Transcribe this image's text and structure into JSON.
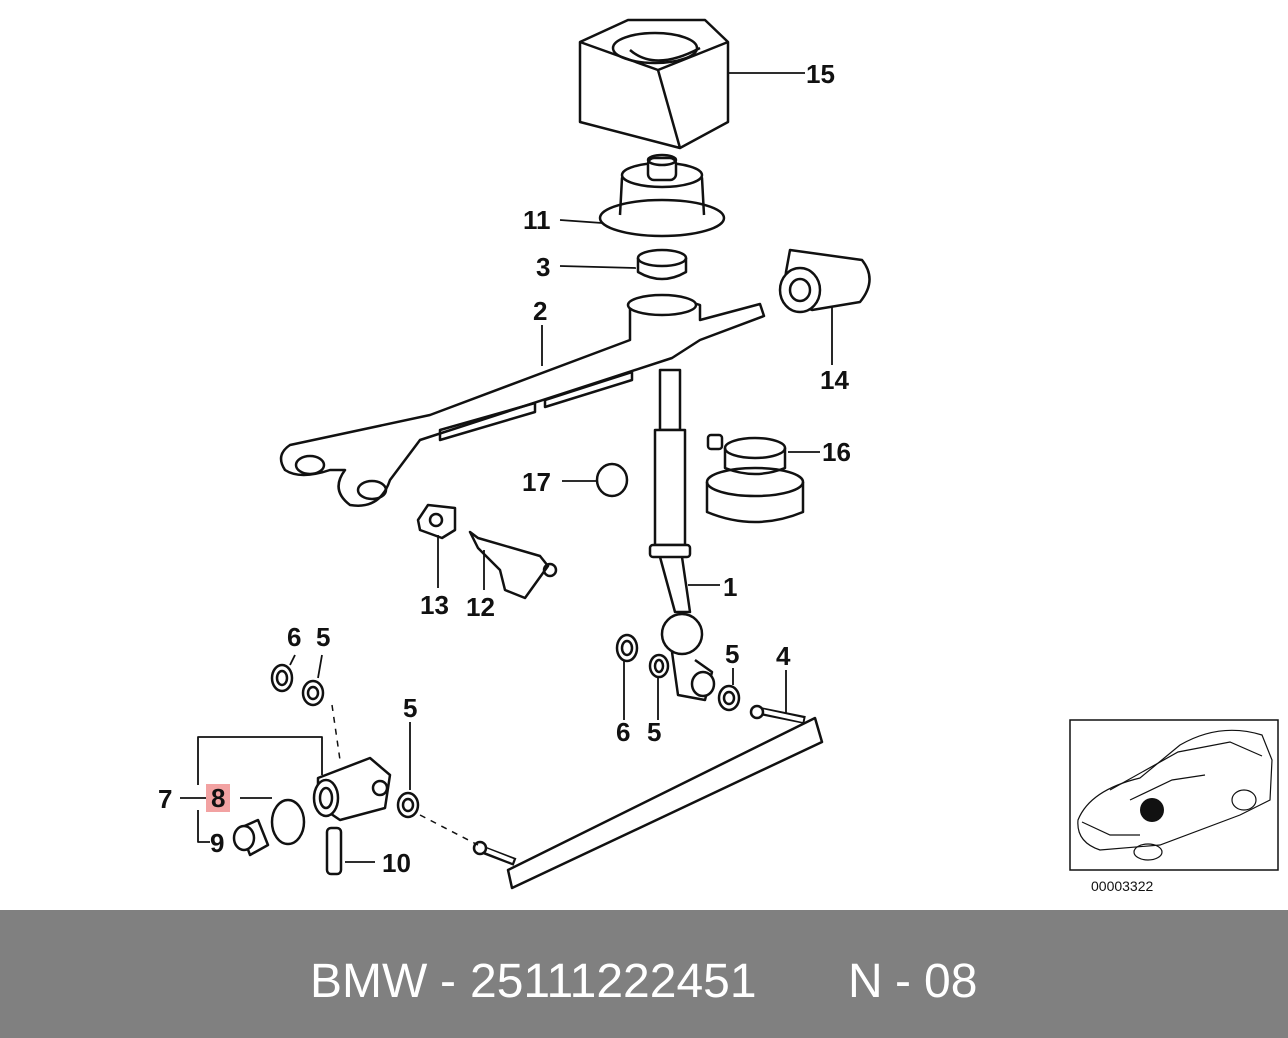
{
  "callouts": {
    "c1": "1",
    "c2": "2",
    "c3": "3",
    "c4": "4",
    "c5a": "5",
    "c5b": "5",
    "c5c": "5",
    "c5d": "5",
    "c6a": "6",
    "c6b": "6",
    "c7": "7",
    "c8": "8",
    "c9": "9",
    "c10": "10",
    "c11": "11",
    "c12": "12",
    "c13": "13",
    "c14": "14",
    "c15": "15",
    "c16": "16",
    "c17": "17"
  },
  "reference_code": "00003322",
  "footer": {
    "brand": "BMW",
    "dash1": "-",
    "part_number": "25111222451",
    "position_prefix": "N",
    "dash2": "-",
    "position_number": "08"
  },
  "colors": {
    "highlight": "#f2a2a2",
    "footer_bg": "#808080",
    "footer_text": "#ffffff",
    "line": "#111111"
  }
}
